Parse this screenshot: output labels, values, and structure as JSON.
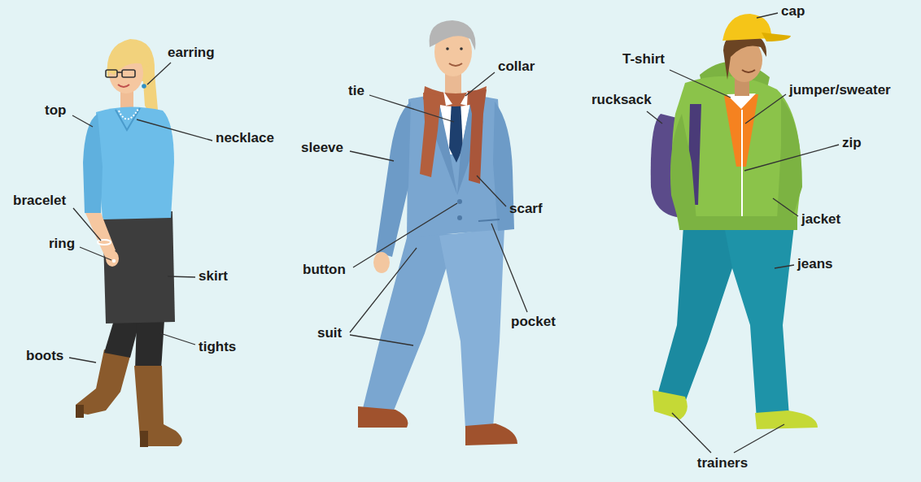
{
  "diagram": {
    "labels": [
      "earring",
      "top",
      "necklace",
      "bracelet",
      "ring",
      "skirt",
      "tights",
      "boots",
      "tie",
      "collar",
      "sleeve",
      "scarf",
      "button",
      "pocket",
      "suit",
      "cap",
      "T-shirt",
      "rucksack",
      "jumper/sweater",
      "zip",
      "jacket",
      "jeans",
      "trainers"
    ]
  }
}
